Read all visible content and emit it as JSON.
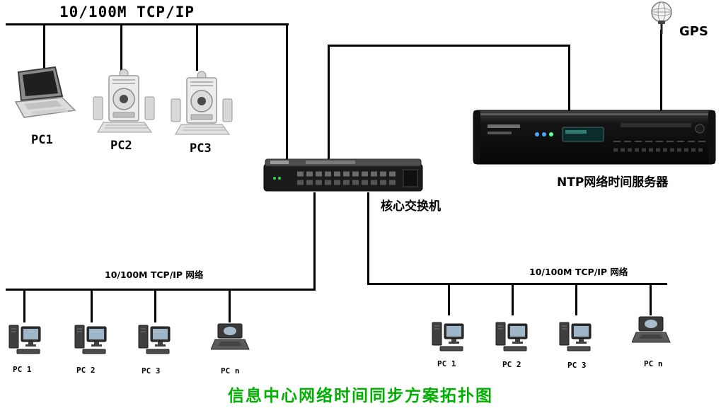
{
  "diagram": {
    "title": "信息中心网络时间同步方案拓扑图",
    "top_bus_label": "10/100M TCP/IP",
    "core_switch_label": "核心交换机",
    "ntp_server_label": "NTP网络时间服务器",
    "gps_label": "GPS",
    "left_bus_label": "10/100M TCP/IP 网络",
    "right_bus_label": "10/100M TCP/IP 网络",
    "top_nodes": [
      {
        "label": "PC1",
        "type": "laptop"
      },
      {
        "label": "PC2",
        "type": "desktop"
      },
      {
        "label": "PC3",
        "type": "desktop"
      }
    ],
    "left_nodes": [
      {
        "label": "PC 1",
        "type": "desktop"
      },
      {
        "label": "PC 2",
        "type": "desktop"
      },
      {
        "label": "PC 3",
        "type": "desktop"
      },
      {
        "label": "PC n",
        "type": "laptop"
      }
    ],
    "right_nodes": [
      {
        "label": "PC 1",
        "type": "desktop"
      },
      {
        "label": "PC 2",
        "type": "desktop"
      },
      {
        "label": "PC 3",
        "type": "desktop"
      },
      {
        "label": "PC n",
        "type": "laptop"
      }
    ],
    "colors": {
      "title": "#00b000",
      "line": "#000000"
    }
  }
}
